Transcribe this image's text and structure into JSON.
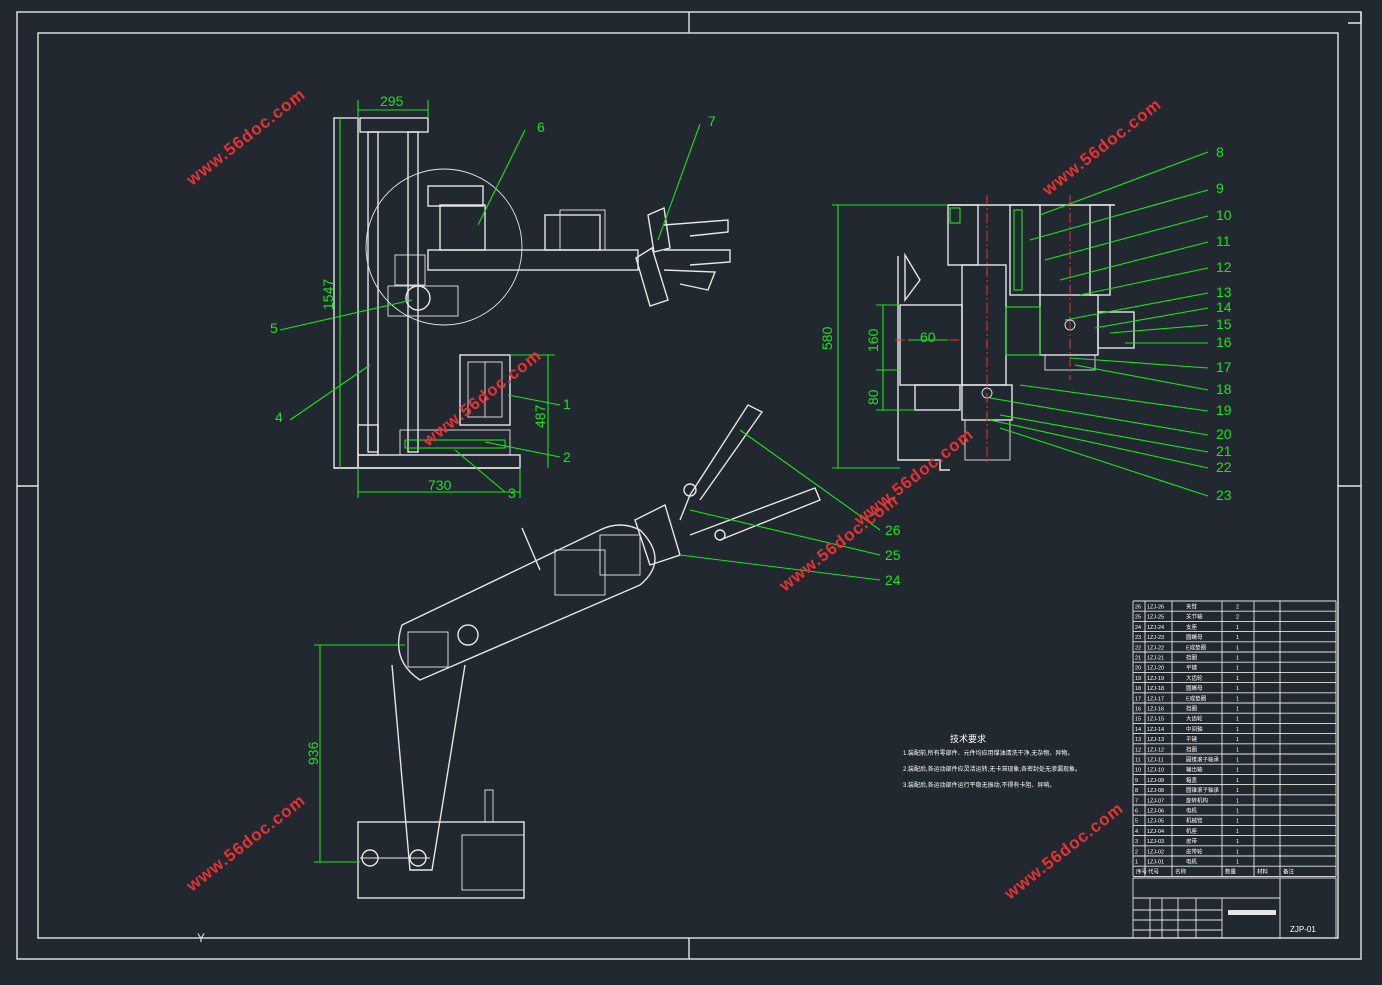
{
  "watermarks": [
    {
      "text": "www.56doc.com",
      "angle": -38
    },
    {
      "text": "www.56doc.com",
      "angle": -38
    },
    {
      "text": "www.56doc.com",
      "angle": -38
    },
    {
      "text": "www.56doc.com",
      "angle": -38
    },
    {
      "text": "www.56doc.com",
      "angle": -38
    },
    {
      "text": "www.56doc.com",
      "angle": -38
    },
    {
      "text": "www.56doc.com",
      "angle": -38
    }
  ],
  "dimensions": {
    "d295": "295",
    "d1547": "1547",
    "d730": "730",
    "d487": "487",
    "d580": "580",
    "d160": "160",
    "d80": "80",
    "d60": "60",
    "d936": "936"
  },
  "balloons": [
    "1",
    "2",
    "3",
    "4",
    "5",
    "6",
    "7",
    "8",
    "9",
    "10",
    "11",
    "12",
    "13",
    "14",
    "15",
    "16",
    "17",
    "18",
    "19",
    "20",
    "21",
    "22",
    "23",
    "24",
    "25",
    "26"
  ],
  "tech_requirements": {
    "title": "技术要求",
    "lines": [
      "1.装配前,所有零部件、元件均应用煤油清洗干净,无杂物、异物。",
      "2.装配后,各运动部件应灵活运转,无卡滞现象,各密封处无渗漏现象。",
      "3.装配后,各运动部件运行平稳无振动,不得有卡阻、异响。"
    ]
  },
  "bom": {
    "rows": [
      [
        "26",
        "1ZJ-26",
        "夹臂",
        "2"
      ],
      [
        "25",
        "1ZJ-25",
        "关节轴",
        "2"
      ],
      [
        "24",
        "1ZJ-24",
        "支座",
        "1"
      ],
      [
        "23",
        "1ZJ-23",
        "圆螺母",
        "1"
      ],
      [
        "22",
        "1ZJ-22",
        "E成垫圈",
        "1"
      ],
      [
        "21",
        "1ZJ-21",
        "挡圈",
        "1"
      ],
      [
        "20",
        "1ZJ-20",
        "平键",
        "1"
      ],
      [
        "19",
        "1ZJ-19",
        "大齿轮",
        "1"
      ],
      [
        "18",
        "1ZJ-18",
        "圆螺母",
        "1"
      ],
      [
        "17",
        "1ZJ-17",
        "E成垫圈",
        "1"
      ],
      [
        "16",
        "1ZJ-16",
        "挡圈",
        "1"
      ],
      [
        "15",
        "1ZJ-15",
        "大齿轮",
        "1"
      ],
      [
        "14",
        "1ZJ-14",
        "中间轴",
        "1"
      ],
      [
        "13",
        "1ZJ-13",
        "平键",
        "1"
      ],
      [
        "12",
        "1ZJ-12",
        "挡圈",
        "1"
      ],
      [
        "11",
        "1ZJ-11",
        "圆锥滚子轴承",
        "1"
      ],
      [
        "10",
        "1ZJ-10",
        "输出轴",
        "1"
      ],
      [
        "9",
        "1ZJ-09",
        "箱盖",
        "1"
      ],
      [
        "8",
        "1ZJ-08",
        "圆锥滚子轴承",
        "1"
      ],
      [
        "7",
        "1ZJ-07",
        "旋转机构",
        "1"
      ],
      [
        "6",
        "1ZJ-06",
        "电机",
        "1"
      ],
      [
        "5",
        "1ZJ-05",
        "机械臂",
        "1"
      ],
      [
        "4",
        "1ZJ-04",
        "机座",
        "1"
      ],
      [
        "3",
        "1ZJ-03",
        "皮带",
        "1"
      ],
      [
        "2",
        "1ZJ-02",
        "皮带轮",
        "1"
      ],
      [
        "1",
        "1ZJ-01",
        "电机",
        "1"
      ]
    ],
    "header": [
      "序号",
      "代号",
      "名称",
      "数量",
      "材料",
      "备注"
    ],
    "drawing_no": "ZJP-01"
  }
}
